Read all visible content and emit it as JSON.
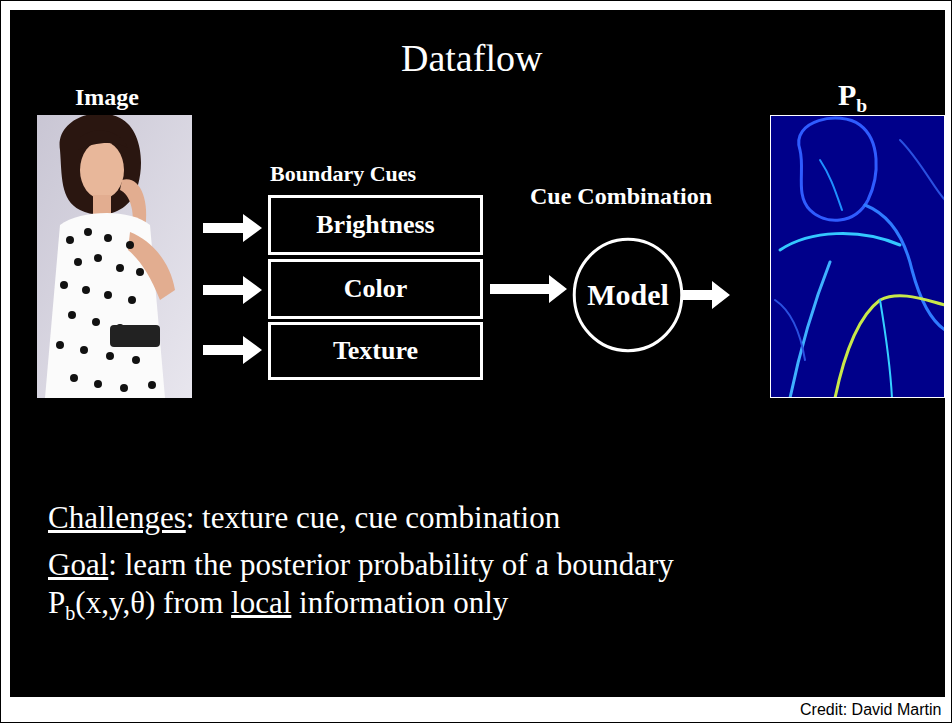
{
  "diagram": {
    "title": "Dataflow",
    "nodes": [
      {
        "text": [
          "Brightness"
        ]
      },
      {
        "text": [
          "Color"
        ]
      },
      {
        "text": [
          "Texture"
        ]
      },
      {
        "text": [
          "Model"
        ]
      }
    ],
    "edges": [
      {
        "from": 1,
        "to": 3,
        "arrow": "to"
      }
    ],
    "labels": [
      "Image",
      "Boundary Cues",
      "Cue Combination",
      "P",
      "b",
      "Challenges",
      ": texture cue, cue combination",
      "Goal",
      ": learn the posterior probability of a boundary",
      "P",
      "b",
      "(x,y,θ) from ",
      "local",
      " information only",
      "Credit: David Martin"
    ]
  }
}
